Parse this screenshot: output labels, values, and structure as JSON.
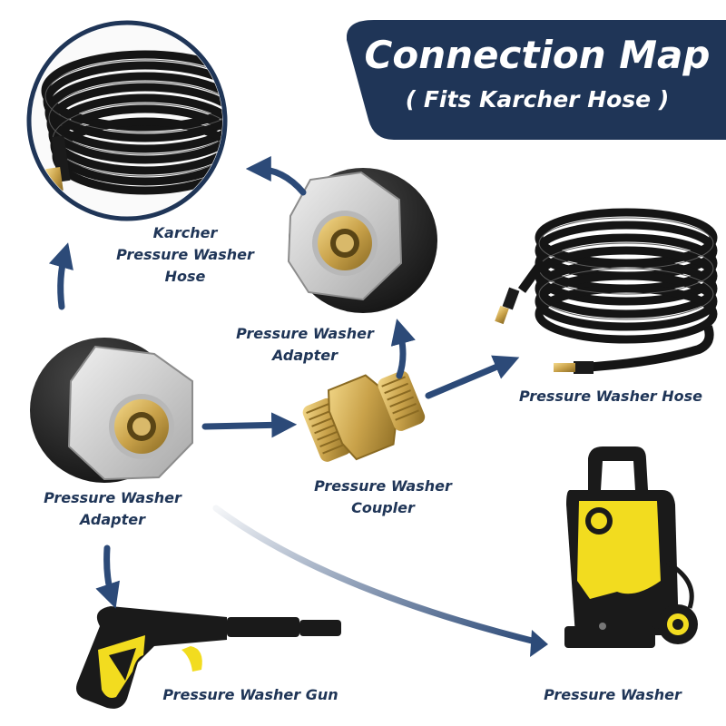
{
  "header": {
    "title": "Connection Map",
    "subtitle": "( Fits Karcher Hose )"
  },
  "nodes": {
    "karcher_hose": [
      "Karcher",
      "Pressure Washer",
      "Hose"
    ],
    "top_adapter": [
      "Pressure Washer",
      "Adapter"
    ],
    "left_adapter": [
      "Pressure Washer",
      "Adapter"
    ],
    "coupler": [
      "Pressure Washer",
      "Coupler"
    ],
    "hose": [
      "Pressure Washer Hose"
    ],
    "gun": [
      "Pressure Washer Gun"
    ],
    "washer": [
      "Pressure Washer"
    ]
  },
  "colors": {
    "banner": "#1f3557",
    "label": "#1f3557",
    "arrow": "#2c4a78",
    "brass": "#c9a24a",
    "yellow": "#f2dc1f",
    "rubber": "#1b1b1b",
    "steel": "#d4d4d4"
  }
}
